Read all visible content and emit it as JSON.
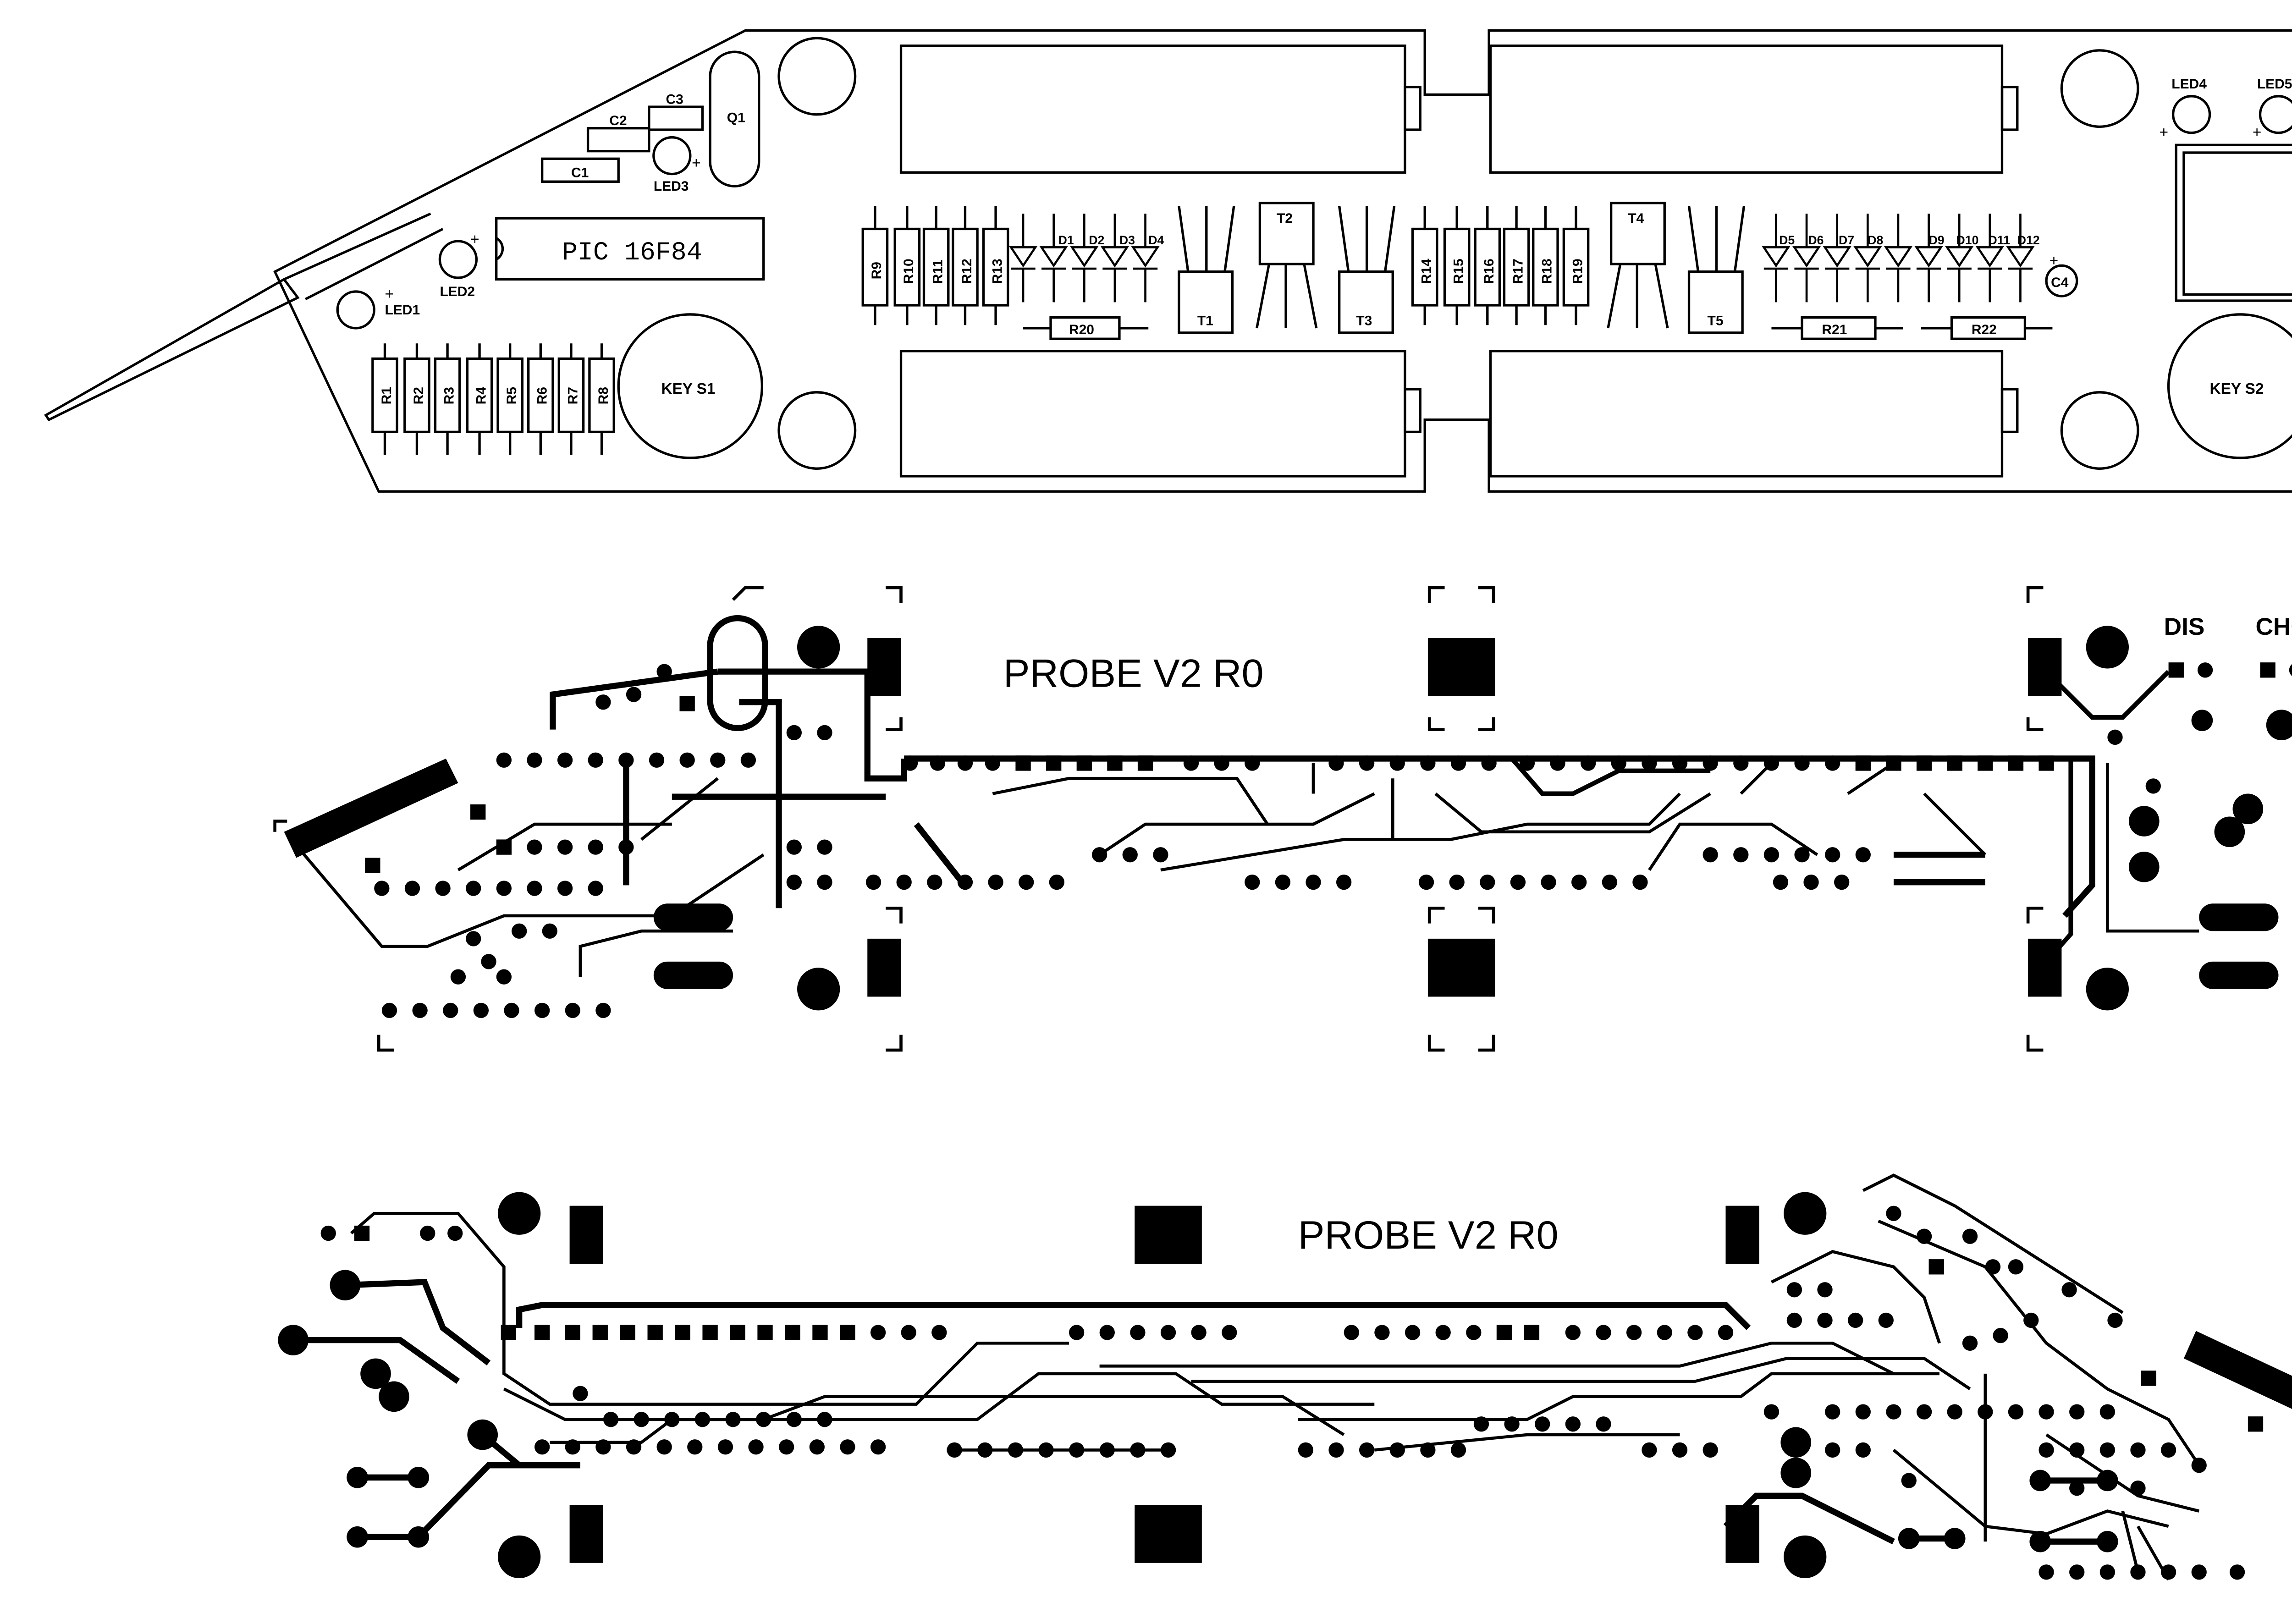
{
  "silkscreen": {
    "ic_label": "PIC 16F84",
    "key_left": "KEY S1",
    "key_right": "KEY S2",
    "transistor_labels": [
      "Q1"
    ],
    "capacitor_labels": [
      "C1",
      "C2",
      "C3",
      "C4"
    ],
    "led_labels": [
      "LED1",
      "LED2",
      "LED3",
      "LED4",
      "LED5"
    ],
    "resistor_labels": [
      "R1",
      "R2",
      "R3",
      "R4",
      "R5",
      "R6",
      "R7",
      "R8",
      "R9",
      "R10",
      "R11",
      "R12",
      "R13",
      "R14",
      "R15",
      "R16",
      "R17",
      "R18",
      "R19"
    ],
    "resistor_h_labels": [
      "R20",
      "R21",
      "R22"
    ],
    "transistor_t_labels": [
      "T1",
      "T2",
      "T3",
      "T4",
      "T5"
    ],
    "diode_labels_left": [
      "D1",
      "D2",
      "D3",
      "D4"
    ],
    "diode_labels_right": [
      "D5",
      "D6",
      "D7",
      "D8",
      "D9",
      "D10",
      "D11",
      "D12"
    ],
    "plus_sign": "+"
  },
  "top_copper": {
    "title": "PROBE V2 R0",
    "label_dis": "DIS",
    "label_chg": "CHG"
  },
  "bottom_copper": {
    "title": "PROBE V2 R0"
  },
  "colors": {
    "ink": "#000000",
    "paper": "#ffffff"
  }
}
